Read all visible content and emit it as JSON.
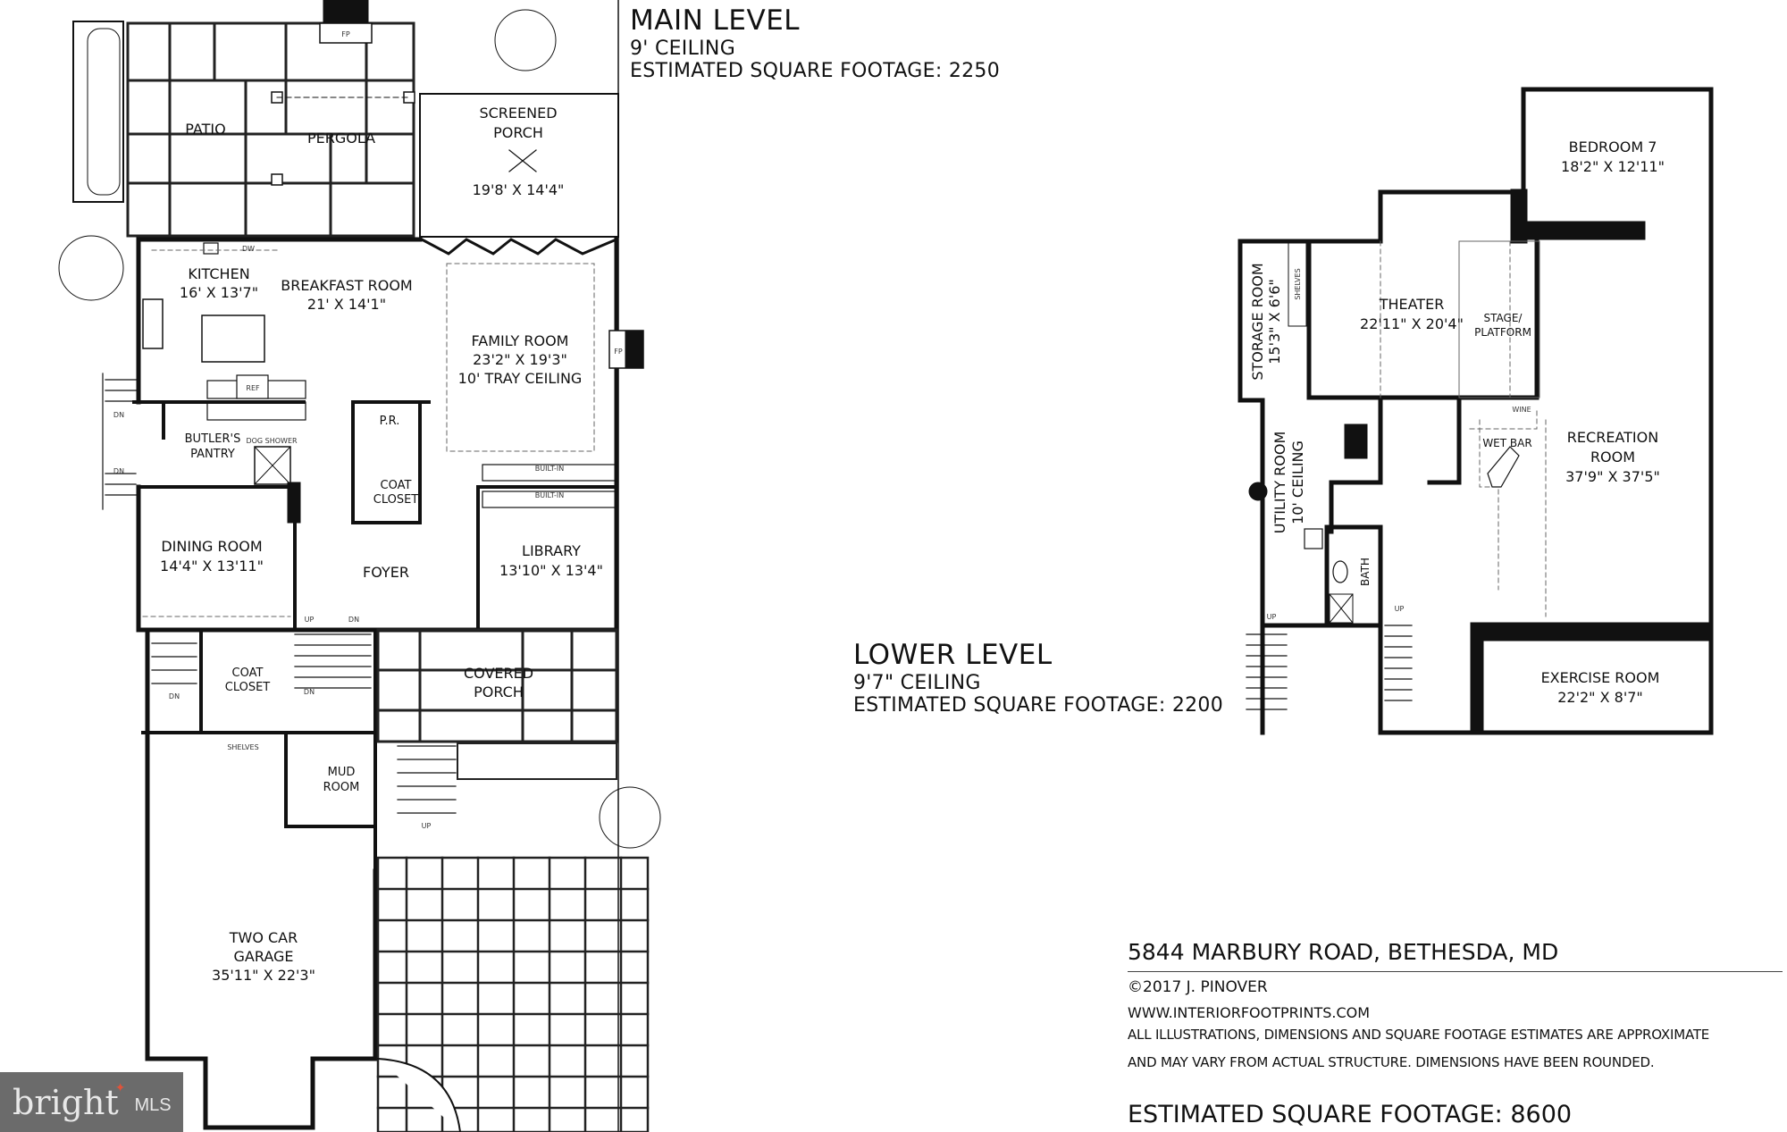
{
  "main_level": {
    "title": "MAIN LEVEL",
    "ceiling": "9' CEILING",
    "sqft": "ESTIMATED SQUARE FOOTAGE: 2250",
    "rooms": {
      "patio": {
        "name": "PATIO"
      },
      "pergola": {
        "name": "PERGOLA"
      },
      "screened_porch": {
        "name1": "SCREENED",
        "name2": "PORCH",
        "dims": "19'8' X 14'4\""
      },
      "kitchen": {
        "name": "KITCHEN",
        "dims": "16' X 13'7\""
      },
      "breakfast_room": {
        "name": "BREAKFAST ROOM",
        "dims": "21' X 14'1\""
      },
      "family_room": {
        "name": "FAMILY ROOM",
        "dims": "23'2\" X 19'3\"",
        "note": "10' TRAY CEILING"
      },
      "butlers_pantry": {
        "name1": "BUTLER'S",
        "name2": "PANTRY"
      },
      "powder_room": {
        "name": "P.R."
      },
      "coat_closet_1": {
        "name1": "COAT",
        "name2": "CLOSET"
      },
      "dining_room": {
        "name": "DINING ROOM",
        "dims": "14'4\" X 13'11\""
      },
      "foyer": {
        "name": "FOYER"
      },
      "library": {
        "name": "LIBRARY",
        "dims": "13'10\" X 13'4\""
      },
      "covered_porch": {
        "name1": "COVERED",
        "name2": "PORCH"
      },
      "coat_closet_2": {
        "name1": "COAT",
        "name2": "CLOSET"
      },
      "mud_room": {
        "name1": "MUD",
        "name2": "ROOM"
      },
      "garage": {
        "name1": "TWO CAR",
        "name2": "GARAGE",
        "dims": "35'11\" X 22'3\""
      }
    },
    "fixtures": {
      "fp": "FP",
      "dw": "DW",
      "ref": "REF",
      "dog_shower": "DOG SHOWER",
      "built_in": "BUILT-IN",
      "shelves": "SHELVES",
      "up": "UP",
      "dn": "DN"
    }
  },
  "lower_level": {
    "title": "LOWER LEVEL",
    "ceiling": "9'7\" CEILING",
    "sqft": "ESTIMATED SQUARE FOOTAGE: 2200",
    "rooms": {
      "bedroom_7": {
        "name": "BEDROOM 7",
        "dims": "18'2\" X 12'11\""
      },
      "storage_room": {
        "name": "STORAGE ROOM",
        "dims": "15'3\" X 6'6\""
      },
      "theater": {
        "name": "THEATER",
        "dims": "22'11\" X 20'4\""
      },
      "stage": {
        "name1": "STAGE/",
        "name2": "PLATFORM"
      },
      "utility_room": {
        "name": "UTILITY ROOM",
        "note": "10' CEILING"
      },
      "wet_bar": {
        "name": "WET BAR"
      },
      "recreation_room": {
        "name1": "RECREATION",
        "name2": "ROOM",
        "dims": "37'9\" X 37'5\""
      },
      "bath": {
        "name": "BATH"
      },
      "exercise_room": {
        "name": "EXERCISE ROOM",
        "dims": "22'2\" X 8'7\""
      }
    },
    "fixtures": {
      "shelves": "SHELVES",
      "wine": "WINE",
      "up": "UP"
    }
  },
  "info": {
    "address": "5844 MARBURY ROAD, BETHESDA, MD",
    "copyright": "©2017 J. PINOVER",
    "website": "WWW.INTERIORFOOTPRINTS.COM",
    "disclaimer_1": "ALL ILLUSTRATIONS, DIMENSIONS AND SQUARE FOOTAGE ESTIMATES ARE APPROXIMATE",
    "disclaimer_2": "AND MAY VARY FROM ACTUAL STRUCTURE. DIMENSIONS HAVE BEEN ROUNDED.",
    "total_sqft": "ESTIMATED SQUARE FOOTAGE: 8600"
  },
  "watermark": {
    "brand": "bright",
    "suffix": "MLS",
    "accent": "#e0533a",
    "bg": "#6b6b6b"
  }
}
